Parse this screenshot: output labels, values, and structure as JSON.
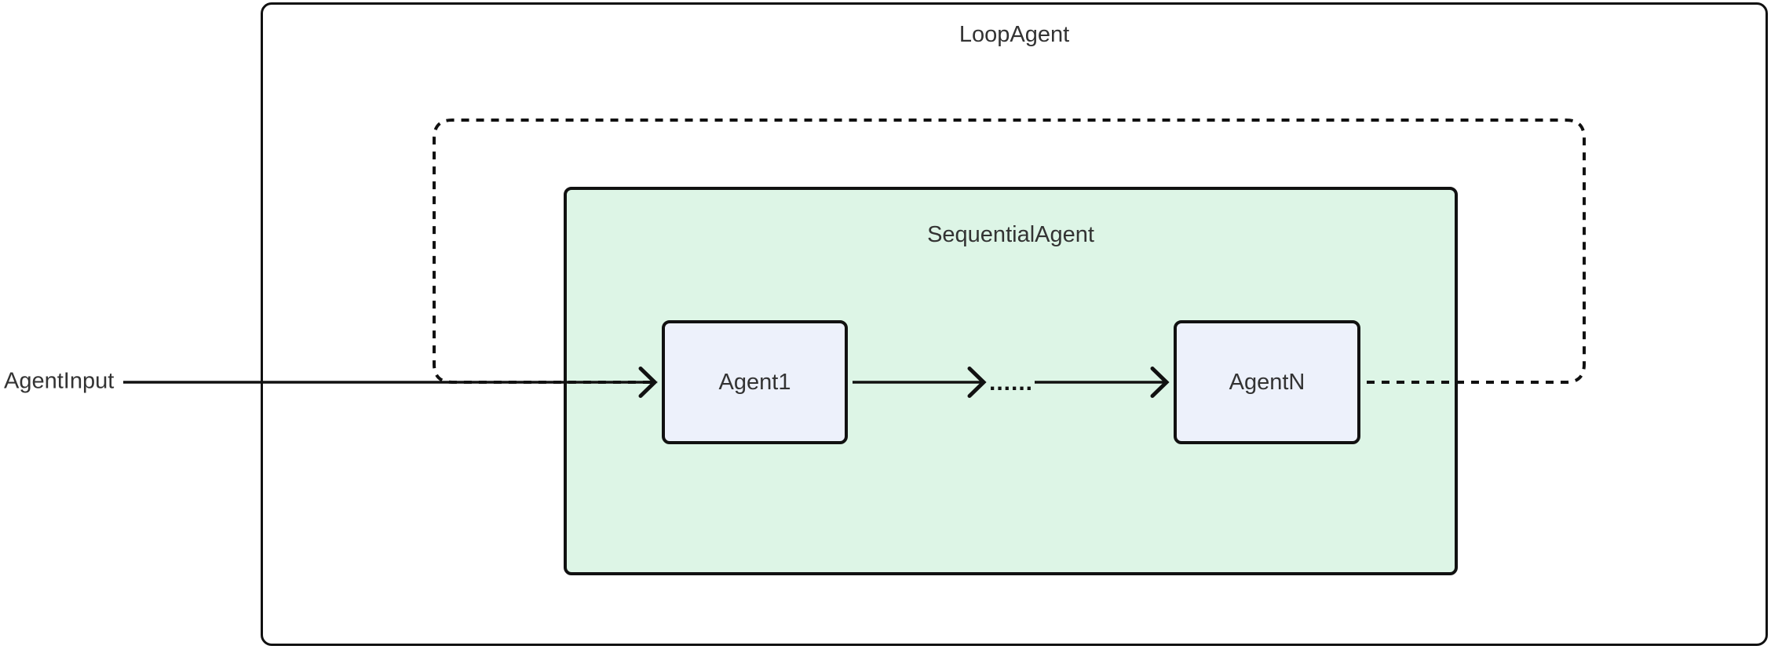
{
  "diagram": {
    "outer_label": "LoopAgent",
    "sequential_label": "SequentialAgent",
    "input_label": "AgentInput",
    "agent1_label": "Agent1",
    "agentn_label": "AgentN",
    "dots_label": "......",
    "colors": {
      "background": "#ffffff",
      "border": "#111111",
      "line": "#111111",
      "text": "#333333",
      "sequential_fill": "#ddf5e6",
      "agent_fill": "#edf1fb"
    }
  }
}
